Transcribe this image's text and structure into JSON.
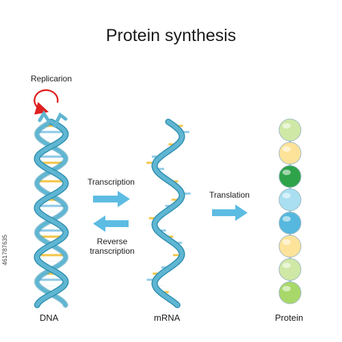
{
  "title": "Protein synthesis",
  "labels": {
    "replication": "Replicarion",
    "transcription": "Transcription",
    "translation": "Translation",
    "reverse_line1": "Reverse",
    "reverse_line2": "transcription",
    "dna": "DNA",
    "mrna": "mRNA",
    "protein": "Protein"
  },
  "side_code": "461787635",
  "colors": {
    "backbone": "#5fb6d2",
    "backbone_dark": "#2f8fb0",
    "rung_yellow": "#f3c64a",
    "rung_blue": "#8fc9e6",
    "rung_white": "#f6fafc",
    "arrow": "#54b8e0",
    "replication_arrow": "#e02020"
  },
  "protein_beads": [
    {
      "name": "bead-1",
      "color": "#cfe8a6"
    },
    {
      "name": "bead-2",
      "color": "#fde39a"
    },
    {
      "name": "bead-3",
      "color": "#2fa34a"
    },
    {
      "name": "bead-4",
      "color": "#a9dff0"
    },
    {
      "name": "bead-5",
      "color": "#56b8de"
    },
    {
      "name": "bead-6",
      "color": "#fde39a"
    },
    {
      "name": "bead-7",
      "color": "#cfe8a6"
    },
    {
      "name": "bead-8",
      "color": "#a9d86a"
    }
  ]
}
